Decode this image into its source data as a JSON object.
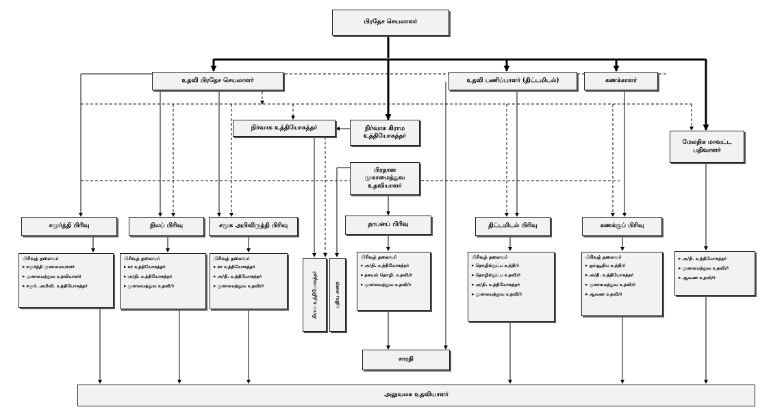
{
  "nodes": {
    "secretary": "பிரதேச செயலாளர்",
    "asst_secretary": "உதவி பிரதேச செயலாளர்",
    "asst_director_planning": "உதவி பணிப்பாளர் (திட்டமிடல்)",
    "accountant": "கணக்காளர்",
    "additional_registrar": "மேலதிக மாவட்ட பதிவாளர்",
    "admin_officer": "நிர்வாக உத்தியோகத்தர்",
    "admin_gn": "நிர்வாக கிராம உத்தியோகத்தர்",
    "chief_mgmt_asst": "பிரதான முகாமைத்துவ உதவியாளர்",
    "samurdhi": "சமுர்த்தி பிரிவு",
    "land": "நிலப் பிரிவு",
    "social_dev": "சமூக அபிவிருத்தி பிரிவு",
    "establishment": "தாபனப் பிரிவு",
    "planning": "திட்டமிடல் பிரிவு",
    "accounts": "கணக்குப் பிரிவு",
    "gn_officers": "கிராம உத்தியோகத்தர்",
    "registry": "பதிவு அறை",
    "driver": "சாரதி",
    "office_assistants": "அலுவலக உதவியாளர்"
  },
  "lists": {
    "samurdhi": {
      "head": "பிரிவுத் தலைவர்",
      "items": [
        "சமுர்த்தி முகாமையாளர்",
        "முகாமைத்துவ உதவியாளர்",
        "சமுர். அபிவி. உத்தியோகத்தர்"
      ]
    },
    "land": {
      "head": "பிரிவுத் தலைவர்",
      "items": [
        "கா உத்தியோகத்தர்",
        "அ/தி. உத்தியோகத்தர்",
        "முகாமைத்துவ உதவி/ர்"
      ]
    },
    "social_dev": {
      "head": "பிரிவுத் தலைவர்",
      "items": [
        "கா உத்தியோகத்தர்",
        "அ/தி. உத்தியோகத்தர்",
        "முகாமைத்துவ உதவி/ர்"
      ]
    },
    "establishment": {
      "head": "பிரிவுத் தலைவர்",
      "items": [
        "அ/தி. உத்தியோகத்தர்",
        "தகவல் தொழி. உதவி/ர்",
        "முகாமைத்துவ உதவி/ர்"
      ]
    },
    "planning": {
      "head": "பிரிவுத் தலைவர்",
      "items": [
        "தொழில்நுட்ப உத்தி/ர்",
        "தொழில்நுட்ப உதவி/ர்",
        "அ/தி. உத்தியோகத்தர்",
        "முகாமைத்துவ உதவி/ர்"
      ]
    },
    "accounts": {
      "head": "பிரிவுத் தலைவர்",
      "items": [
        "ஓய்வூதிய உத்தி/ர்",
        "அ/தி. உத்தியோகத்தர்",
        "முகாமைத்துவ உதவி/ர்",
        "ஆவண உதவி/ர்"
      ]
    },
    "registrar": {
      "head": "",
      "items": [
        "அ/தி. உத்தியோகத்தர்",
        "முகாமைத்துவ உதவி/ர்",
        "ஆவண உதவி/ர்"
      ]
    }
  }
}
